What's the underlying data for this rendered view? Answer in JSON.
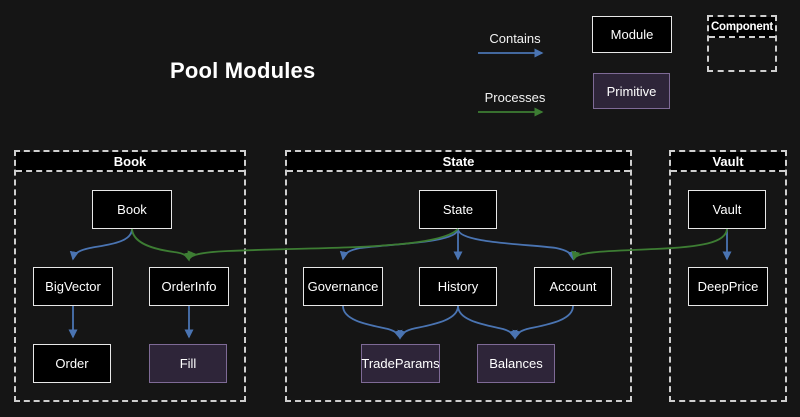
{
  "title": "Pool Modules",
  "legend": {
    "contains_label": "Contains",
    "processes_label": "Processes",
    "module_label": "Module",
    "primitive_label": "Primitive",
    "component_label": "Component"
  },
  "colors": {
    "background": "#151515",
    "contains": "#4a74b2",
    "processes": "#3d7d33",
    "module_fill": "#000000",
    "module_border": "#e8e8e8",
    "primitive_fill": "#2e2539",
    "primitive_border": "#7e6a96",
    "container_border": "#cfcfcf"
  },
  "containers": {
    "book": {
      "label": "Book"
    },
    "state": {
      "label": "State"
    },
    "vault": {
      "label": "Vault"
    }
  },
  "nodes": {
    "book": {
      "label": "Book",
      "kind": "module"
    },
    "bigvector": {
      "label": "BigVector",
      "kind": "module"
    },
    "orderinfo": {
      "label": "OrderInfo",
      "kind": "module"
    },
    "order": {
      "label": "Order",
      "kind": "module"
    },
    "fill": {
      "label": "Fill",
      "kind": "primitive"
    },
    "state": {
      "label": "State",
      "kind": "module"
    },
    "governance": {
      "label": "Governance",
      "kind": "module"
    },
    "history": {
      "label": "History",
      "kind": "module"
    },
    "account": {
      "label": "Account",
      "kind": "module"
    },
    "tradeparams": {
      "label": "TradeParams",
      "kind": "primitive"
    },
    "balances": {
      "label": "Balances",
      "kind": "primitive"
    },
    "vault": {
      "label": "Vault",
      "kind": "module"
    },
    "deepprice": {
      "label": "DeepPrice",
      "kind": "module"
    }
  },
  "edges": [
    {
      "from": "Book",
      "to": "BigVector",
      "type": "contains"
    },
    {
      "from": "Book",
      "to": "OrderInfo",
      "type": "processes"
    },
    {
      "from": "BigVector",
      "to": "Order",
      "type": "contains"
    },
    {
      "from": "OrderInfo",
      "to": "Fill",
      "type": "contains"
    },
    {
      "from": "State",
      "to": "Governance",
      "type": "contains"
    },
    {
      "from": "State",
      "to": "History",
      "type": "contains"
    },
    {
      "from": "State",
      "to": "Account",
      "type": "contains"
    },
    {
      "from": "State",
      "to": "OrderInfo",
      "type": "processes"
    },
    {
      "from": "Governance",
      "to": "TradeParams",
      "type": "contains"
    },
    {
      "from": "History",
      "to": "TradeParams",
      "type": "contains"
    },
    {
      "from": "History",
      "to": "Balances",
      "type": "contains"
    },
    {
      "from": "Account",
      "to": "Balances",
      "type": "contains"
    },
    {
      "from": "Vault",
      "to": "DeepPrice",
      "type": "contains"
    },
    {
      "from": "Vault",
      "to": "Account",
      "type": "processes"
    }
  ]
}
